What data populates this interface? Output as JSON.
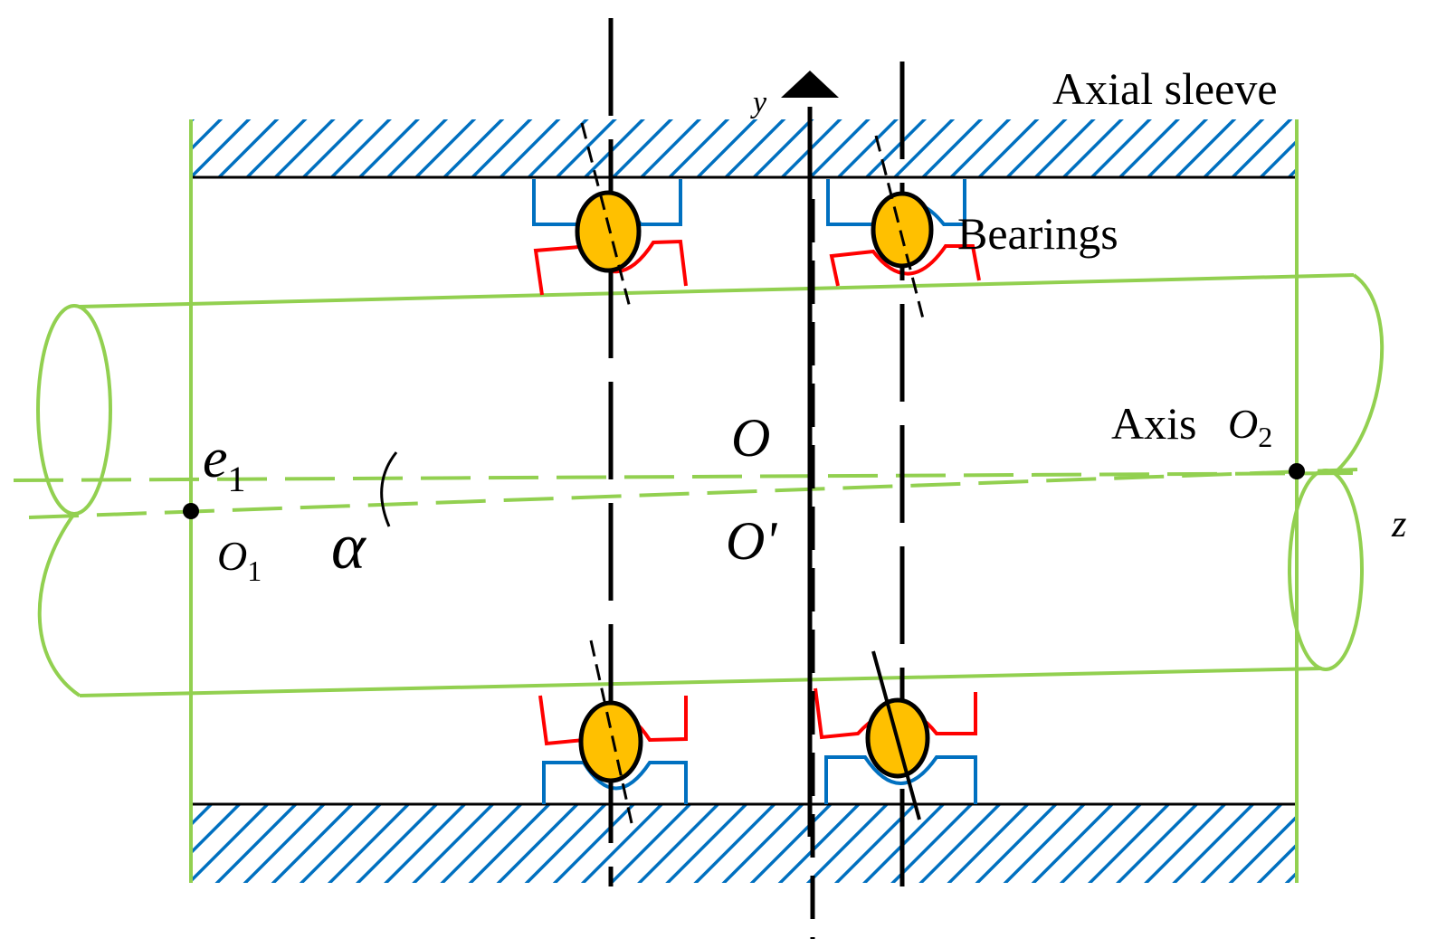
{
  "colors": {
    "shaft": "#92D050",
    "hatch": "#0070C0",
    "outer_race": "#0070C0",
    "inner_race": "#FF0000",
    "ball": "#FFC000",
    "line": "#000000"
  },
  "labels": {
    "axial_sleeve": "Axial sleeve",
    "bearings": "Bearings",
    "axis": "Axis",
    "y_axis": "y",
    "z_axis": "z",
    "origin": "O",
    "origin_prime": "O'",
    "o1_letter": "O",
    "o1_sub": "1",
    "o2_letter": "O",
    "o2_sub": "2",
    "e1_letter": "e",
    "e1_sub": "1",
    "alpha": "α"
  }
}
